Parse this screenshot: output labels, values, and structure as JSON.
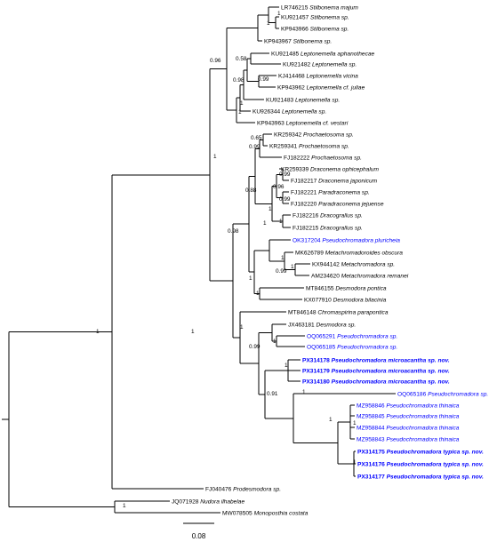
{
  "colors": {
    "default": "#000000",
    "highlight": "#0000ff"
  },
  "scale_bar": {
    "label": "0.08",
    "value": 0.08
  },
  "tips": [
    {
      "id": "LR746215",
      "acc": "LR746215",
      "name": "Stilbonema majum",
      "color": "default",
      "bold": false
    },
    {
      "id": "KU921457",
      "acc": "KU921457",
      "name": "Stilbonema sp.",
      "color": "default",
      "bold": false
    },
    {
      "id": "KP943966",
      "acc": "KP943966",
      "name": "Stilbonema sp.",
      "color": "default",
      "bold": false
    },
    {
      "id": "KP943967",
      "acc": "KP943967",
      "name": "Stilbonema sp.",
      "color": "default",
      "bold": false
    },
    {
      "id": "KU921485",
      "acc": "KU921485",
      "name": "Leptonemella aphanothecae",
      "color": "default",
      "bold": false
    },
    {
      "id": "KU921482",
      "acc": "KU921482",
      "name": "Leptonemella sp.",
      "color": "default",
      "bold": false
    },
    {
      "id": "KJ414468",
      "acc": "KJ414468",
      "name": "Leptonemella vicina",
      "color": "default",
      "bold": false
    },
    {
      "id": "KP943962",
      "acc": "KP943962",
      "name": "Leptonemella cf. juliae",
      "color": "default",
      "bold": false
    },
    {
      "id": "KU921483",
      "acc": "KU921483",
      "name": "Leptonemella sp.",
      "color": "default",
      "bold": false
    },
    {
      "id": "KU926344",
      "acc": "KU926344",
      "name": "Leptonemella sp.",
      "color": "default",
      "bold": false
    },
    {
      "id": "KP943963",
      "acc": "KP943963",
      "name": "Leptonemella cf. vestari",
      "color": "default",
      "bold": false
    },
    {
      "id": "KR259342",
      "acc": "KR259342",
      "name": "Prochaetosoma sp.",
      "color": "default",
      "bold": false
    },
    {
      "id": "KR259341",
      "acc": "KR259341",
      "name": "Prochaetosoma sp.",
      "color": "default",
      "bold": false
    },
    {
      "id": "FJ182222",
      "acc": "FJ182222",
      "name": "Prochaetosoma sp.",
      "color": "default",
      "bold": false
    },
    {
      "id": "KR259339",
      "acc": "KR259339",
      "name": "Draconema ophicephalum",
      "color": "default",
      "bold": false
    },
    {
      "id": "FJ182217",
      "acc": "FJ182217",
      "name": "Draconema japonicum",
      "color": "default",
      "bold": false
    },
    {
      "id": "FJ182221",
      "acc": "FJ182221",
      "name": "Paradraconema sp.",
      "color": "default",
      "bold": false
    },
    {
      "id": "FJ182220",
      "acc": "FJ182220",
      "name": "Paradraconema jejuense",
      "color": "default",
      "bold": false
    },
    {
      "id": "FJ182216",
      "acc": "FJ182216",
      "name": "Dracograllus sp.",
      "color": "default",
      "bold": false
    },
    {
      "id": "FJ182215",
      "acc": "FJ182215",
      "name": "Dracograllus sp.",
      "color": "default",
      "bold": false
    },
    {
      "id": "OK317204",
      "acc": "OK317204",
      "name": "Pseudochromadora pluricheia",
      "color": "highlight",
      "bold": false
    },
    {
      "id": "MK626789",
      "acc": "MK626789",
      "name": "Metachromadoroides obscura",
      "color": "default",
      "bold": false
    },
    {
      "id": "KX944142",
      "acc": "KX944142",
      "name": "Metachromadora sp.",
      "color": "default",
      "bold": false
    },
    {
      "id": "AM234620",
      "acc": "AM234620",
      "name": "Metachromadora remanei",
      "color": "default",
      "bold": false
    },
    {
      "id": "MT846155",
      "acc": "MT846155",
      "name": "Desmodora pontica",
      "color": "default",
      "bold": false
    },
    {
      "id": "KX077910",
      "acc": "KX077910",
      "name": "Desmodora bilacinia",
      "color": "default",
      "bold": false
    },
    {
      "id": "MT846148",
      "acc": "MT846148",
      "name": "Chromaspirina parapontica",
      "color": "default",
      "bold": false
    },
    {
      "id": "JX463181",
      "acc": "JX463181",
      "name": "Desmodora sp.",
      "color": "default",
      "bold": false
    },
    {
      "id": "OQ065291",
      "acc": "OQ065291",
      "name": "Pseudochromadora sp.",
      "color": "highlight",
      "bold": false
    },
    {
      "id": "OQ065185",
      "acc": "OQ065185",
      "name": "Pseudochromadora sp.",
      "color": "highlight",
      "bold": false
    },
    {
      "id": "PX314178",
      "acc": "PX314178",
      "name": "Pseudochromadora microacantha sp. nov.",
      "color": "highlight",
      "bold": true
    },
    {
      "id": "PX314179",
      "acc": "PX314179",
      "name": "Pseudochromadora microacantha sp. nov.",
      "color": "highlight",
      "bold": true
    },
    {
      "id": "PX314180",
      "acc": "PX314180",
      "name": "Pseudochromadora microacantha sp. nov.",
      "color": "highlight",
      "bold": true
    },
    {
      "id": "OQ065186",
      "acc": "OQ065186",
      "name": "Pseudochromadora sp.",
      "color": "highlight",
      "bold": false
    },
    {
      "id": "MZ958846",
      "acc": "MZ958846",
      "name": "Pseudochromadora thinaica",
      "color": "highlight",
      "bold": false
    },
    {
      "id": "MZ958845",
      "acc": "MZ958845",
      "name": "Pseudochromadora thinaica",
      "color": "highlight",
      "bold": false
    },
    {
      "id": "MZ958844",
      "acc": "MZ958844",
      "name": "Pseudochromadora thinaica",
      "color": "highlight",
      "bold": false
    },
    {
      "id": "MZ958843",
      "acc": "MZ958843",
      "name": "Pseudochromadora thinaica",
      "color": "highlight",
      "bold": false
    },
    {
      "id": "PX314175",
      "acc": "PX314175",
      "name": "Pseudochromadora typica sp. nov.",
      "color": "highlight",
      "bold": true
    },
    {
      "id": "PX314176",
      "acc": "PX314176",
      "name": "Pseudochromadora typica sp. nov.",
      "color": "highlight",
      "bold": true
    },
    {
      "id": "PX314177",
      "acc": "PX314177",
      "name": "Pseudochromadora typica sp. nov.",
      "color": "highlight",
      "bold": true
    },
    {
      "id": "FJ040476",
      "acc": "FJ040476",
      "name": "Prodesmodora sp.",
      "color": "default",
      "bold": false
    },
    {
      "id": "JQ071928",
      "acc": "JQ071928",
      "name": "Nudora ilhabelae",
      "color": "default",
      "bold": false
    },
    {
      "id": "MW078505",
      "acc": "MW078505",
      "name": "Monoposthia costata",
      "color": "default",
      "bold": false
    }
  ],
  "supports": [
    {
      "node": "n_stil3",
      "value": "1"
    },
    {
      "node": "n_stil",
      "value": "1"
    },
    {
      "node": "n_lepA",
      "value": "0.58"
    },
    {
      "node": "n_lep2",
      "value": "0.99"
    },
    {
      "node": "n_lepB",
      "value": "0.98"
    },
    {
      "node": "n_lepC",
      "value": "1"
    },
    {
      "node": "n_lep",
      "value": "1"
    },
    {
      "node": "n_stilep",
      "value": "0.96"
    },
    {
      "node": "n_pro2",
      "value": "0.65"
    },
    {
      "node": "n_pro",
      "value": "0.99"
    },
    {
      "node": "n_dra2",
      "value": "0.99"
    },
    {
      "node": "n_par",
      "value": "0.99"
    },
    {
      "node": "n_draA",
      "value": "0.96"
    },
    {
      "node": "n_dra",
      "value": "1"
    },
    {
      "node": "n_dracog",
      "value": "1"
    },
    {
      "node": "n_draG",
      "value": "1"
    },
    {
      "node": "n_draP",
      "value": "0.88"
    },
    {
      "node": "n_meta2",
      "value": "1"
    },
    {
      "node": "n_meta",
      "value": "1"
    },
    {
      "node": "n_mp",
      "value": "0.99"
    },
    {
      "node": "n_desm",
      "value": "1"
    },
    {
      "node": "n_md",
      "value": "1"
    },
    {
      "node": "n_big",
      "value": "0.98"
    },
    {
      "node": "n_oq",
      "value": "1"
    },
    {
      "node": "n_oqJ",
      "value": "0.99"
    },
    {
      "node": "n_micro",
      "value": "1"
    },
    {
      "node": "n_thin",
      "value": "1"
    },
    {
      "node": "n_typ",
      "value": "1"
    },
    {
      "node": "n_tt",
      "value": "1"
    },
    {
      "node": "n_ott",
      "value": "1"
    },
    {
      "node": "n_nx",
      "value": "0.91"
    },
    {
      "node": "n_pseudo",
      "value": "1"
    },
    {
      "node": "n_main",
      "value": "1"
    },
    {
      "node": "n_all",
      "value": "1"
    },
    {
      "node": "n_ingroup",
      "value": "1"
    },
    {
      "node": "n_out",
      "value": "1"
    }
  ]
}
